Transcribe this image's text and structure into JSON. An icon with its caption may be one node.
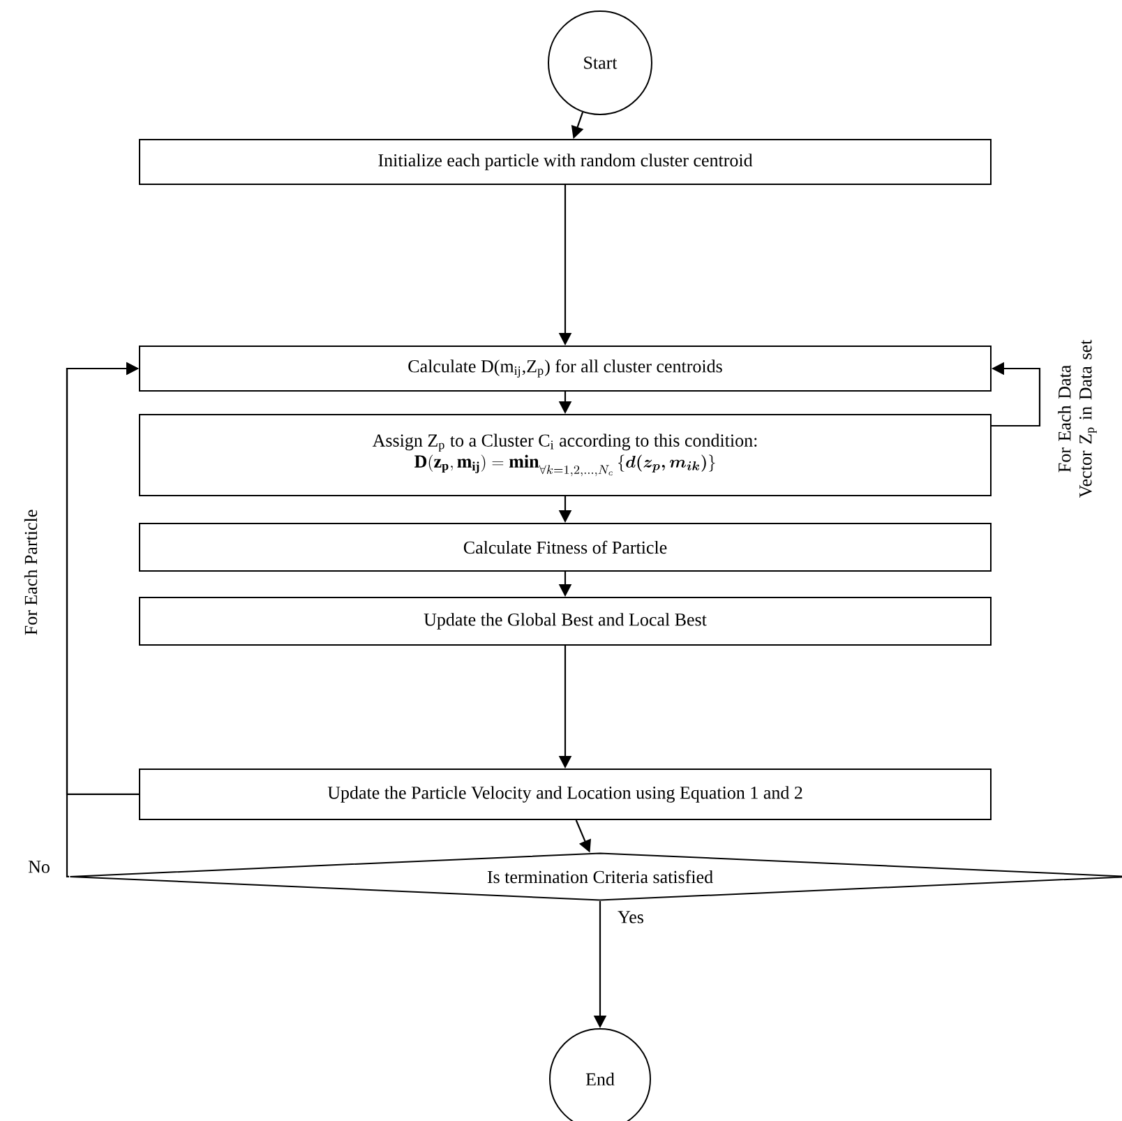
{
  "diagram": {
    "nodes": [
      {
        "text": [
          "Start"
        ]
      },
      {
        "text": [
          "Initialize each particle with random cluster centroid"
        ]
      },
      {
        "text": [
          "Calculate D(m$_{ij}$,Z$_{p}$) for all cluster centroids"
        ]
      },
      {
        "text": [
          "Assign Z$_{p}$ to a Cluster C$_{i}$ according to this condition:",
          "\\mathbf{D(z_p,m_{ij})=min}_{\\forall k=1,2,\\ldots,N_c}\\left\\{\\boldsymbol{d(z_p,m_{ik})}\\right\\}"
        ]
      },
      {
        "text": [
          "Calculate Fitness of Particle"
        ]
      },
      {
        "text": [
          "Update the Global Best and Local Best"
        ]
      },
      {
        "text": [
          "Update the Particle Velocity and Location using Equation 1 and 2"
        ]
      },
      {
        "text": [
          "Is termination Criteria satisfied"
        ]
      },
      {
        "text": [
          "End"
        ]
      }
    ],
    "edges": [
      {
        "from": 0,
        "to": 1,
        "arrow": "to"
      },
      {
        "from": 1,
        "to": 2,
        "arrow": "to"
      },
      {
        "from": 2,
        "to": 3,
        "arrow": "to"
      },
      {
        "from": 3,
        "to": 2,
        "arrow": "to"
      },
      {
        "from": 3,
        "to": 4,
        "arrow": "to"
      },
      {
        "from": 4,
        "to": 5,
        "arrow": "to"
      },
      {
        "from": 5,
        "to": 6,
        "arrow": "to"
      },
      {
        "from": 6,
        "to": 2,
        "arrow": "to"
      },
      {
        "from": 6,
        "to": 7,
        "arrow": "to"
      },
      {
        "from": 7,
        "to": 2,
        "arrow": "to",
        "label": "No"
      },
      {
        "from": 7,
        "to": 8,
        "arrow": "to",
        "label": "Yes"
      }
    ],
    "labels": [
      "For Each Data Vector Z$_{p}$ in Data set",
      "For Each Particle"
    ]
  }
}
